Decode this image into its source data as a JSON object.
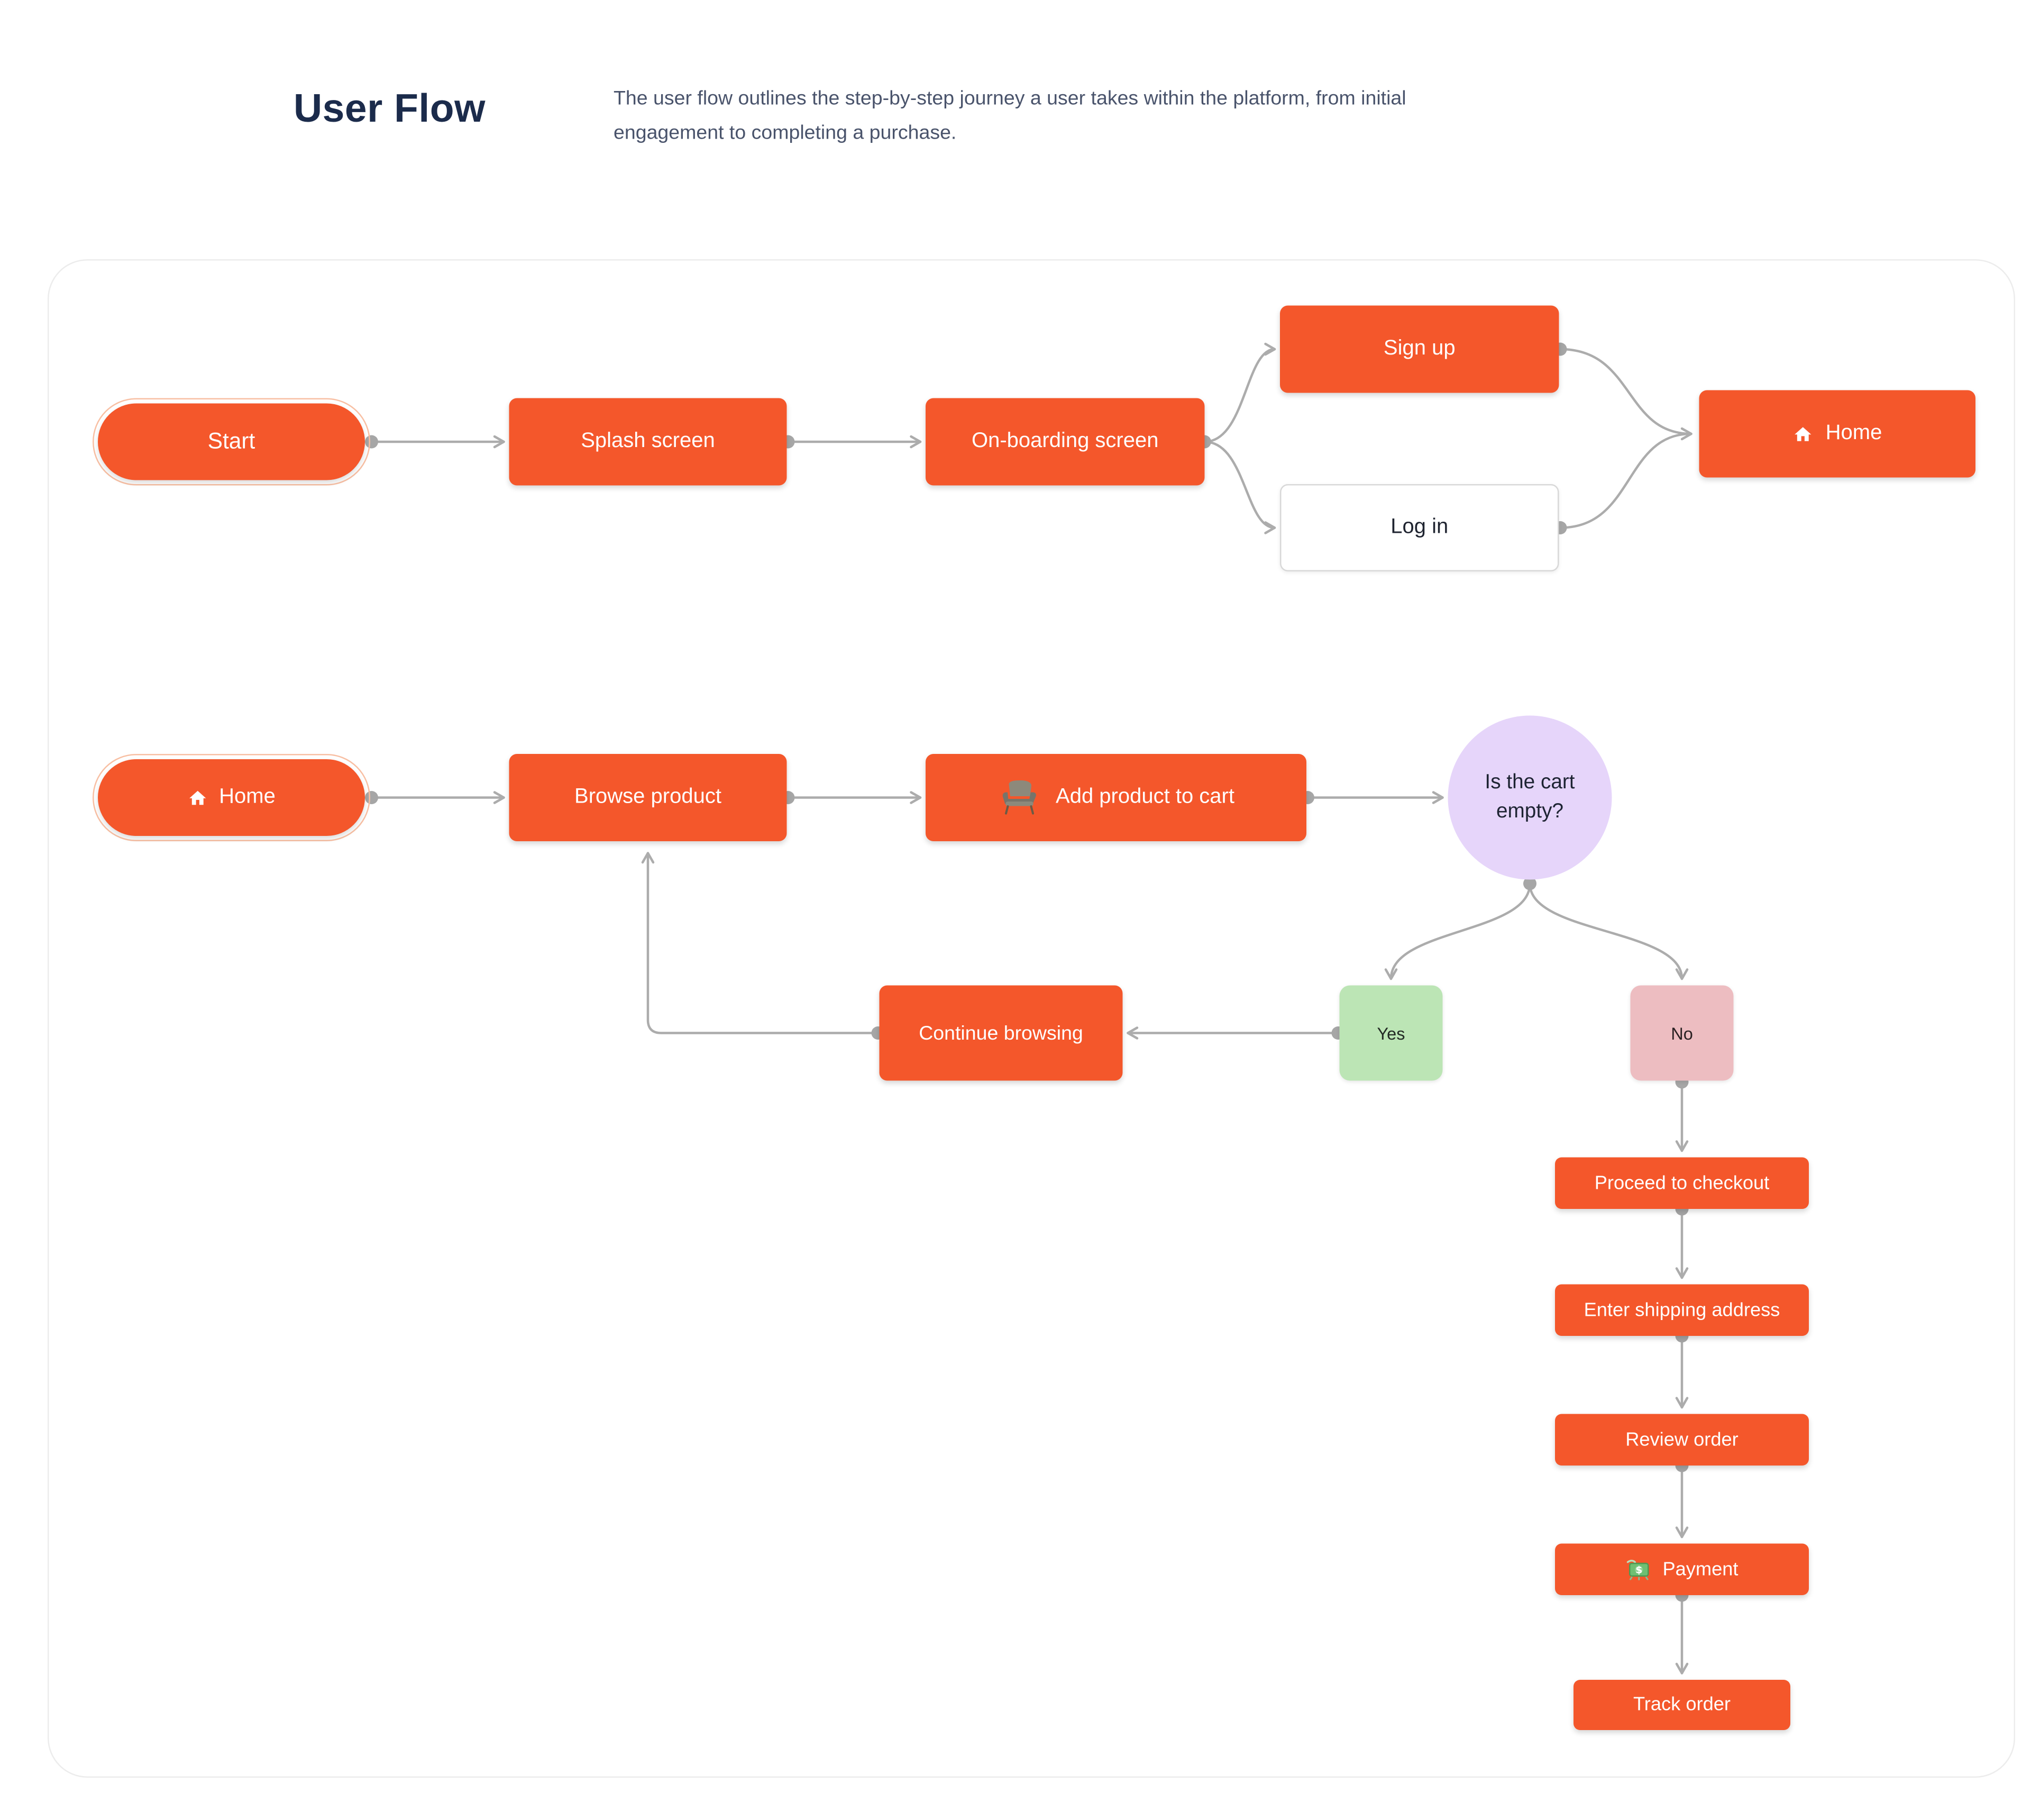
{
  "header": {
    "title": "User Flow",
    "description": "The user flow outlines the step-by-step journey a user takes within the platform, from initial engagement to completing a purchase."
  },
  "colors": {
    "orange": "#F4572B",
    "orangeRing": "#F8BFA3",
    "purple": "#E6D5FA",
    "green": "#BCE5B5",
    "pink": "#EDBDC1",
    "line": "#ACACAC",
    "dot": "#A6A6A6",
    "title": "#1B2B4B",
    "body": "#49536B"
  },
  "nodes": {
    "start": {
      "label": "Start"
    },
    "splash": {
      "label": "Splash screen"
    },
    "onboarding": {
      "label": "On-boarding screen"
    },
    "signup": {
      "label": "Sign up"
    },
    "login": {
      "label": "Log in"
    },
    "home_top": {
      "label": "Home",
      "icon": "home-icon"
    },
    "home_bottom": {
      "label": "Home",
      "icon": "home-icon"
    },
    "browse": {
      "label": "Browse product"
    },
    "add_to_cart": {
      "label": "Add product to cart",
      "icon": "chair-icon"
    },
    "cart_empty_decision": {
      "label": "Is the cart empty?"
    },
    "yes": {
      "label": "Yes"
    },
    "no": {
      "label": "No"
    },
    "continue_browsing": {
      "label": "Continue browsing"
    },
    "proceed_checkout": {
      "label": "Proceed to checkout"
    },
    "shipping_address": {
      "label": "Enter shipping address"
    },
    "review_order": {
      "label": "Review order"
    },
    "payment": {
      "label": "Payment",
      "icon": "money-icon"
    },
    "track_order": {
      "label": "Track order"
    }
  }
}
